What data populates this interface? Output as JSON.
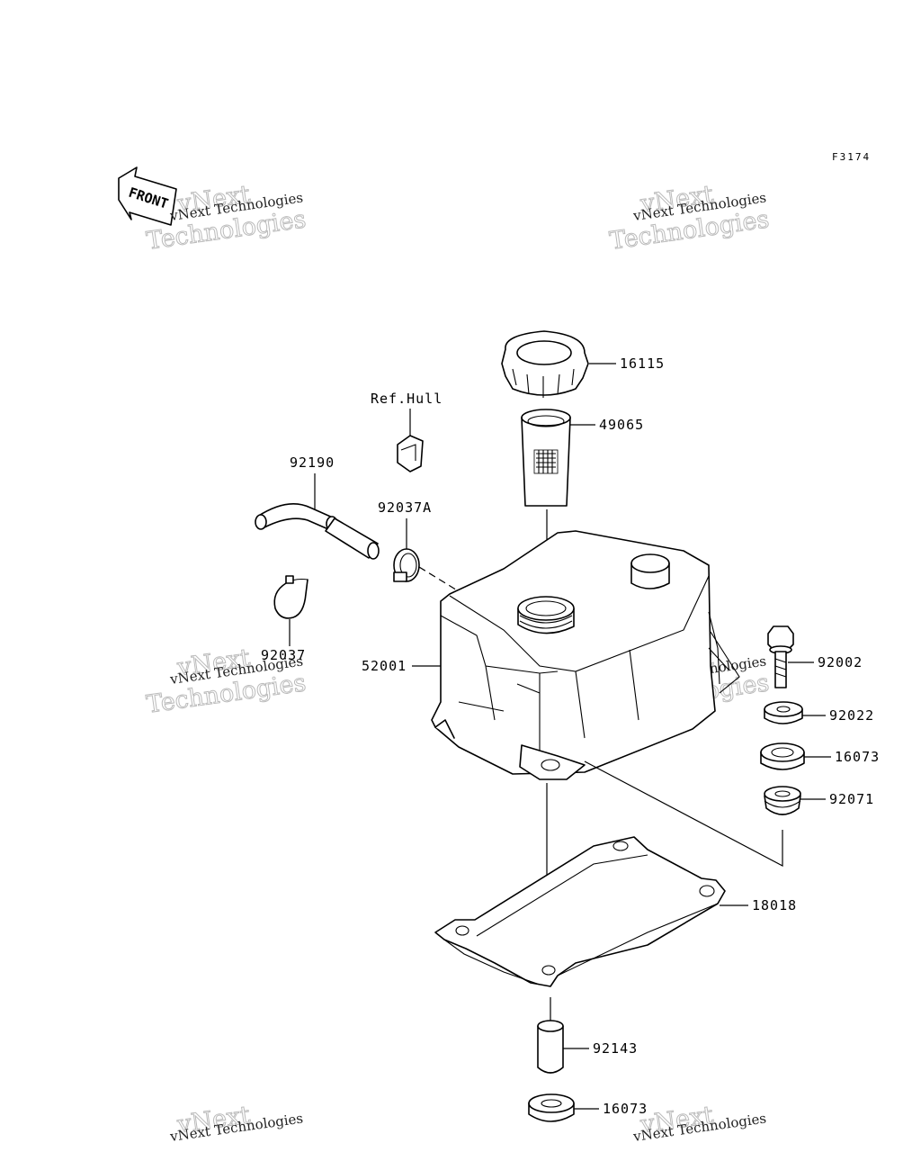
{
  "figure_code": "F3174",
  "front_label": "FRONT",
  "ref_label": "Ref.Hull",
  "watermark": {
    "line1": "vNext Technologies",
    "line2": "vNext",
    "line3": "Technologies"
  },
  "parts": [
    {
      "id": "16115",
      "label": "16115"
    },
    {
      "id": "49065",
      "label": "49065"
    },
    {
      "id": "92190",
      "label": "92190"
    },
    {
      "id": "92037A",
      "label": "92037A"
    },
    {
      "id": "92037",
      "label": "92037"
    },
    {
      "id": "52001",
      "label": "52001"
    },
    {
      "id": "92002",
      "label": "92002"
    },
    {
      "id": "92022",
      "label": "92022"
    },
    {
      "id": "16073a",
      "label": "16073"
    },
    {
      "id": "92071",
      "label": "92071"
    },
    {
      "id": "18018",
      "label": "18018"
    },
    {
      "id": "92143",
      "label": "92143"
    },
    {
      "id": "16073b",
      "label": "16073"
    }
  ]
}
